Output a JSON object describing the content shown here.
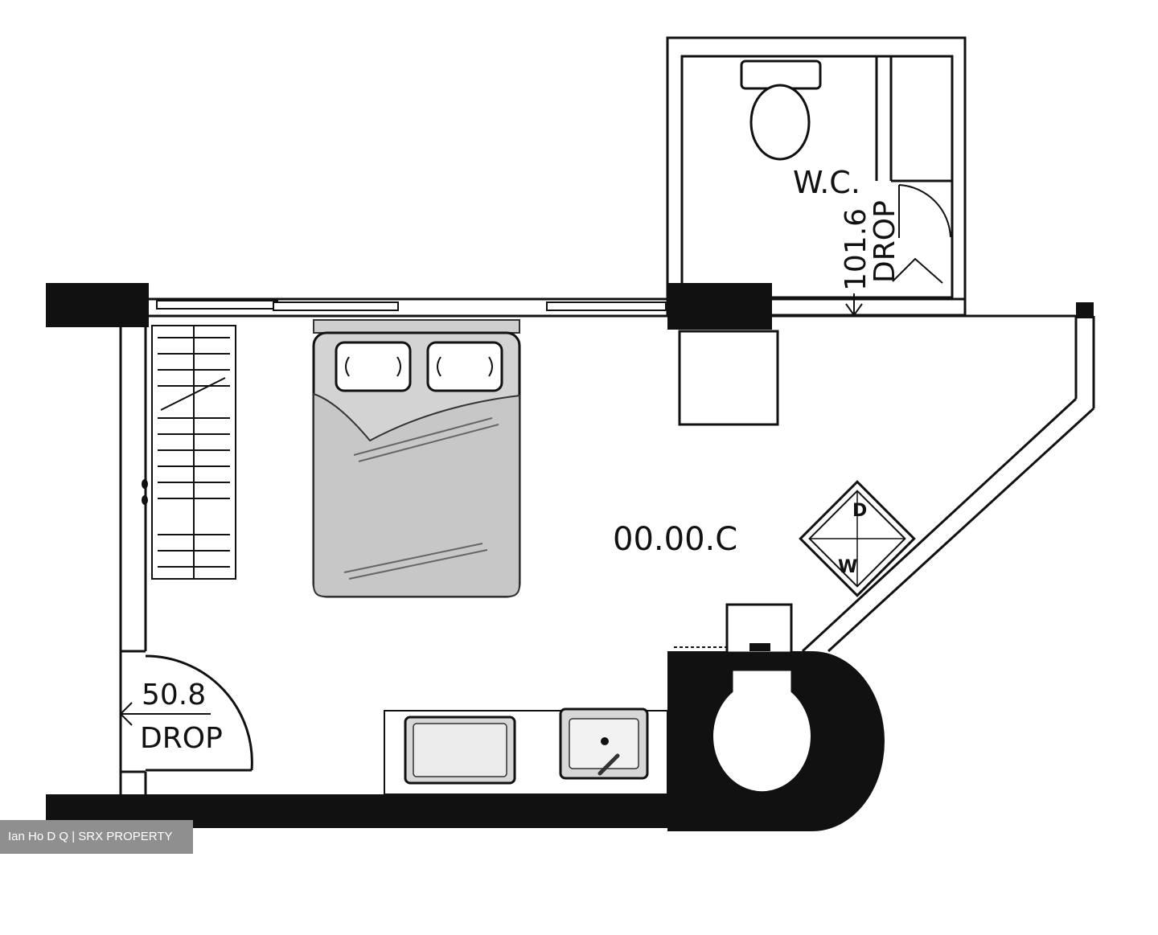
{
  "plan": {
    "unit_label": "00.00.C",
    "wc_label": "W.C.",
    "wc_drop_value": "101.6",
    "wc_drop_text": "DROP",
    "entry_drop_value": "50.8",
    "entry_drop_text": "DROP"
  },
  "watermark": {
    "credit": "Ian Ho D Q | SRX PROPERTY"
  }
}
